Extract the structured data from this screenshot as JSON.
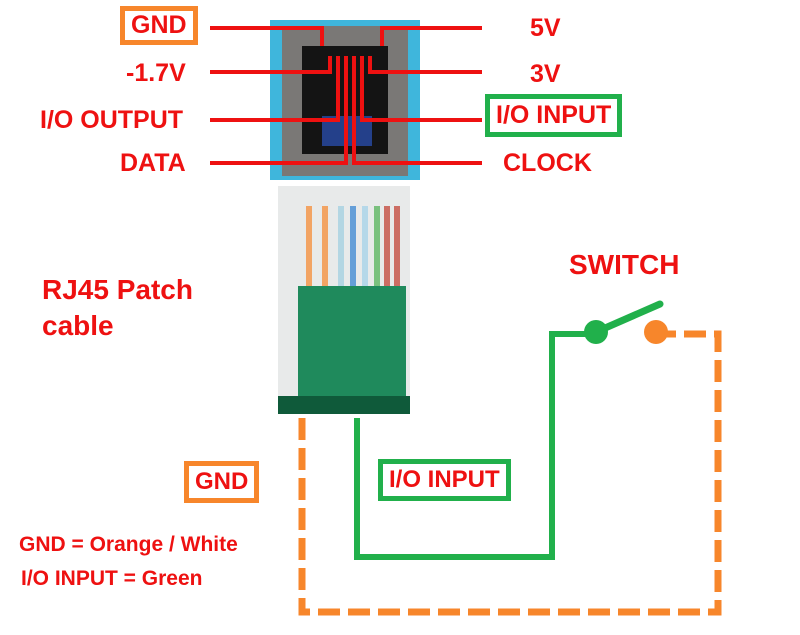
{
  "jack_pins": {
    "left": [
      {
        "label": "GND",
        "highlight": "orange"
      },
      {
        "label": "-1.7V",
        "highlight": null
      },
      {
        "label": "I/O OUTPUT",
        "highlight": null
      },
      {
        "label": "DATA",
        "highlight": null
      }
    ],
    "right": [
      {
        "label": "5V",
        "highlight": null
      },
      {
        "label": "3V",
        "highlight": null
      },
      {
        "label": "I/O INPUT",
        "highlight": "green"
      },
      {
        "label": "CLOCK",
        "highlight": null
      }
    ]
  },
  "cable_title": {
    "line1": "RJ45 Patch",
    "line2": "cable"
  },
  "switch": {
    "label": "SWITCH"
  },
  "wire_labels": {
    "gnd": "GND",
    "io_input": "I/O INPUT"
  },
  "legend": {
    "gnd": "GND = Orange / White",
    "io": "I/O INPUT = Green"
  },
  "colors": {
    "text": "#ee1111",
    "orange": "#f7862b",
    "green": "#21b04b",
    "pinline": "#ee1111"
  }
}
